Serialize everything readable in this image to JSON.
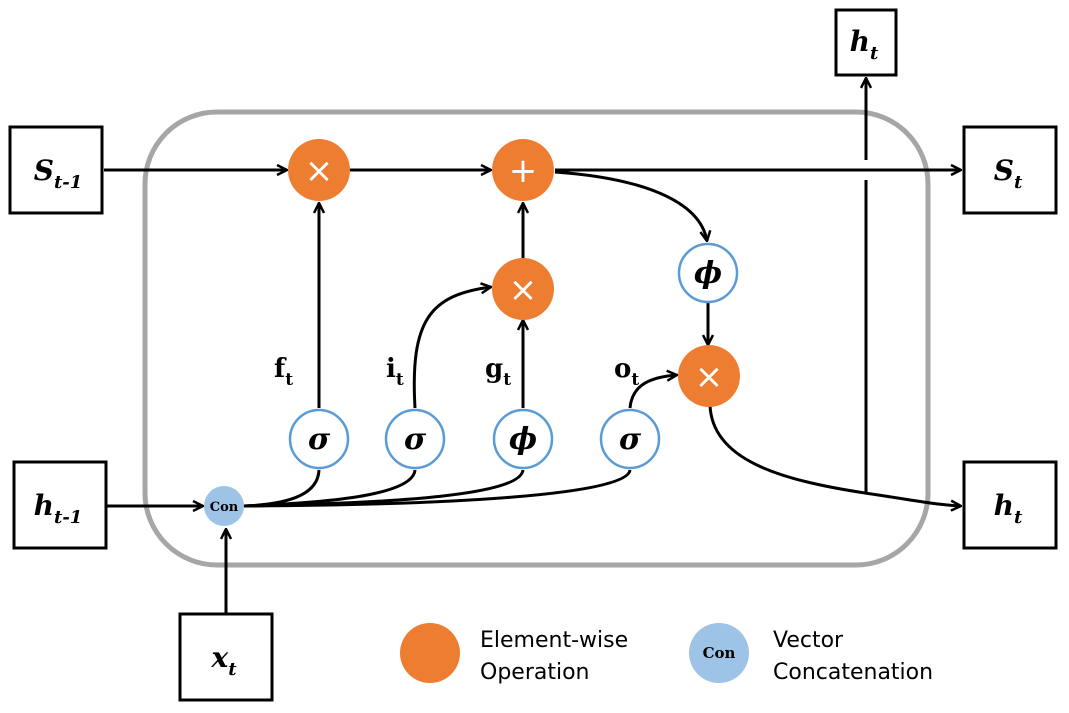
{
  "inputs": {
    "s_prev": {
      "main": "S",
      "sub": "t-1"
    },
    "h_prev": {
      "main": "h",
      "sub": "t-1"
    },
    "x": {
      "main": "x",
      "sub": "t"
    }
  },
  "outputs": {
    "h_top": {
      "main": "h",
      "sub": "t"
    },
    "s": {
      "main": "S",
      "sub": "t"
    },
    "h": {
      "main": "h",
      "sub": "t"
    }
  },
  "operators": {
    "forget_mult": "×",
    "cell_add": "+",
    "input_mult": "×",
    "output_mult": "×"
  },
  "activations": {
    "forget": "σ",
    "input": "σ",
    "candidate": "ϕ",
    "output": "σ",
    "cell_tanh": "ϕ"
  },
  "gate_labels": {
    "f": {
      "main": "f",
      "sub": "t"
    },
    "i": {
      "main": "i",
      "sub": "t"
    },
    "g": {
      "main": "g",
      "sub": "t"
    },
    "o": {
      "main": "o",
      "sub": "t"
    }
  },
  "concat_label": "Con",
  "legend": {
    "elementwise_line1": "Element-wise",
    "elementwise_line2": "Operation",
    "concat_icon_label": "Con",
    "concat_line1": "Vector",
    "concat_line2": "Concatenation"
  },
  "colors": {
    "operation": "#ed7d31",
    "activation_border": "#5b9bd5",
    "concat": "#9dc3e6",
    "cell_border": "#a6a6a6"
  }
}
